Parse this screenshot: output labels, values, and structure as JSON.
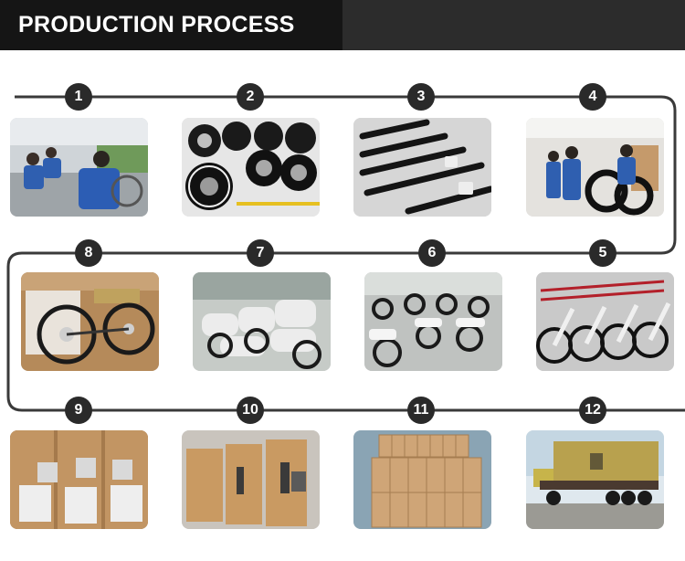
{
  "header": {
    "title": "PRODUCTION PROCESS"
  },
  "steps": [
    {
      "number": "1"
    },
    {
      "number": "2"
    },
    {
      "number": "3"
    },
    {
      "number": "4"
    },
    {
      "number": "5"
    },
    {
      "number": "6"
    },
    {
      "number": "7"
    },
    {
      "number": "8"
    },
    {
      "number": "9"
    },
    {
      "number": "10"
    },
    {
      "number": "11"
    },
    {
      "number": "12"
    }
  ],
  "photos": [
    {
      "icon": "assembly-workers-photo"
    },
    {
      "icon": "wheels-photo"
    },
    {
      "icon": "handlebars-photo"
    },
    {
      "icon": "frame-assembly-photo"
    },
    {
      "icon": "assembled-bikes-red-photo"
    },
    {
      "icon": "assembled-bikes-photo"
    },
    {
      "icon": "wrapped-bikes-photo"
    },
    {
      "icon": "packing-bike-photo"
    },
    {
      "icon": "boxed-parts-photo"
    },
    {
      "icon": "cartons-photo"
    },
    {
      "icon": "stacked-cartons-photo"
    },
    {
      "icon": "container-truck-photo"
    }
  ]
}
